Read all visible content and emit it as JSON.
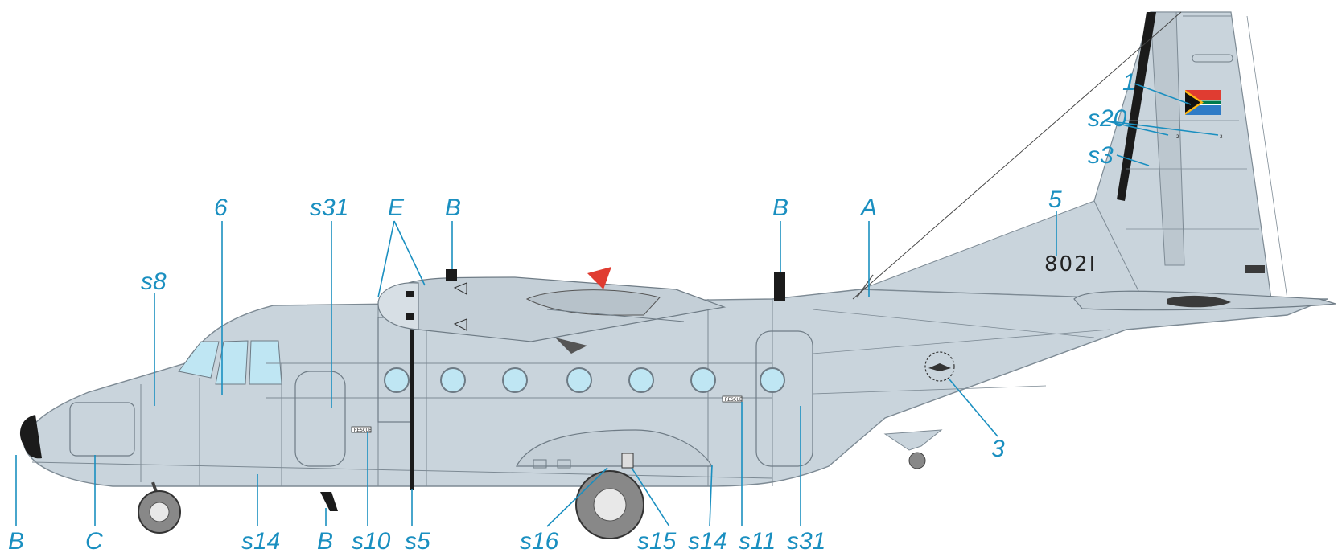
{
  "aircraft": {
    "serial": "802I",
    "rescue_placard": "RESCUE",
    "colors": {
      "fuselage": "#c9d4dc",
      "panel_line": "#7d8a94",
      "nose_cap": "#1b1b1b",
      "callout": "#1a8fc0"
    }
  },
  "callouts": [
    {
      "id": "1",
      "text": "1"
    },
    {
      "id": "s20",
      "text": "s20"
    },
    {
      "id": "s3",
      "text": "s3"
    },
    {
      "id": "5",
      "text": "5"
    },
    {
      "id": "A",
      "text": "A"
    },
    {
      "id": "B_aft",
      "text": "B"
    },
    {
      "id": "B_prop",
      "text": "B"
    },
    {
      "id": "E",
      "text": "E"
    },
    {
      "id": "s31_fwd",
      "text": "s31"
    },
    {
      "id": "6",
      "text": "6"
    },
    {
      "id": "s8",
      "text": "s8"
    },
    {
      "id": "3",
      "text": "3"
    },
    {
      "id": "B_nose",
      "text": "B"
    },
    {
      "id": "C",
      "text": "C"
    },
    {
      "id": "s14_fwd",
      "text": "s14"
    },
    {
      "id": "B_gear",
      "text": "B"
    },
    {
      "id": "s10",
      "text": "s10"
    },
    {
      "id": "s5",
      "text": "s5"
    },
    {
      "id": "s16",
      "text": "s16"
    },
    {
      "id": "s15",
      "text": "s15"
    },
    {
      "id": "s14_aft",
      "text": "s14"
    },
    {
      "id": "s11",
      "text": "s11"
    },
    {
      "id": "s31_aft",
      "text": "s31"
    }
  ]
}
